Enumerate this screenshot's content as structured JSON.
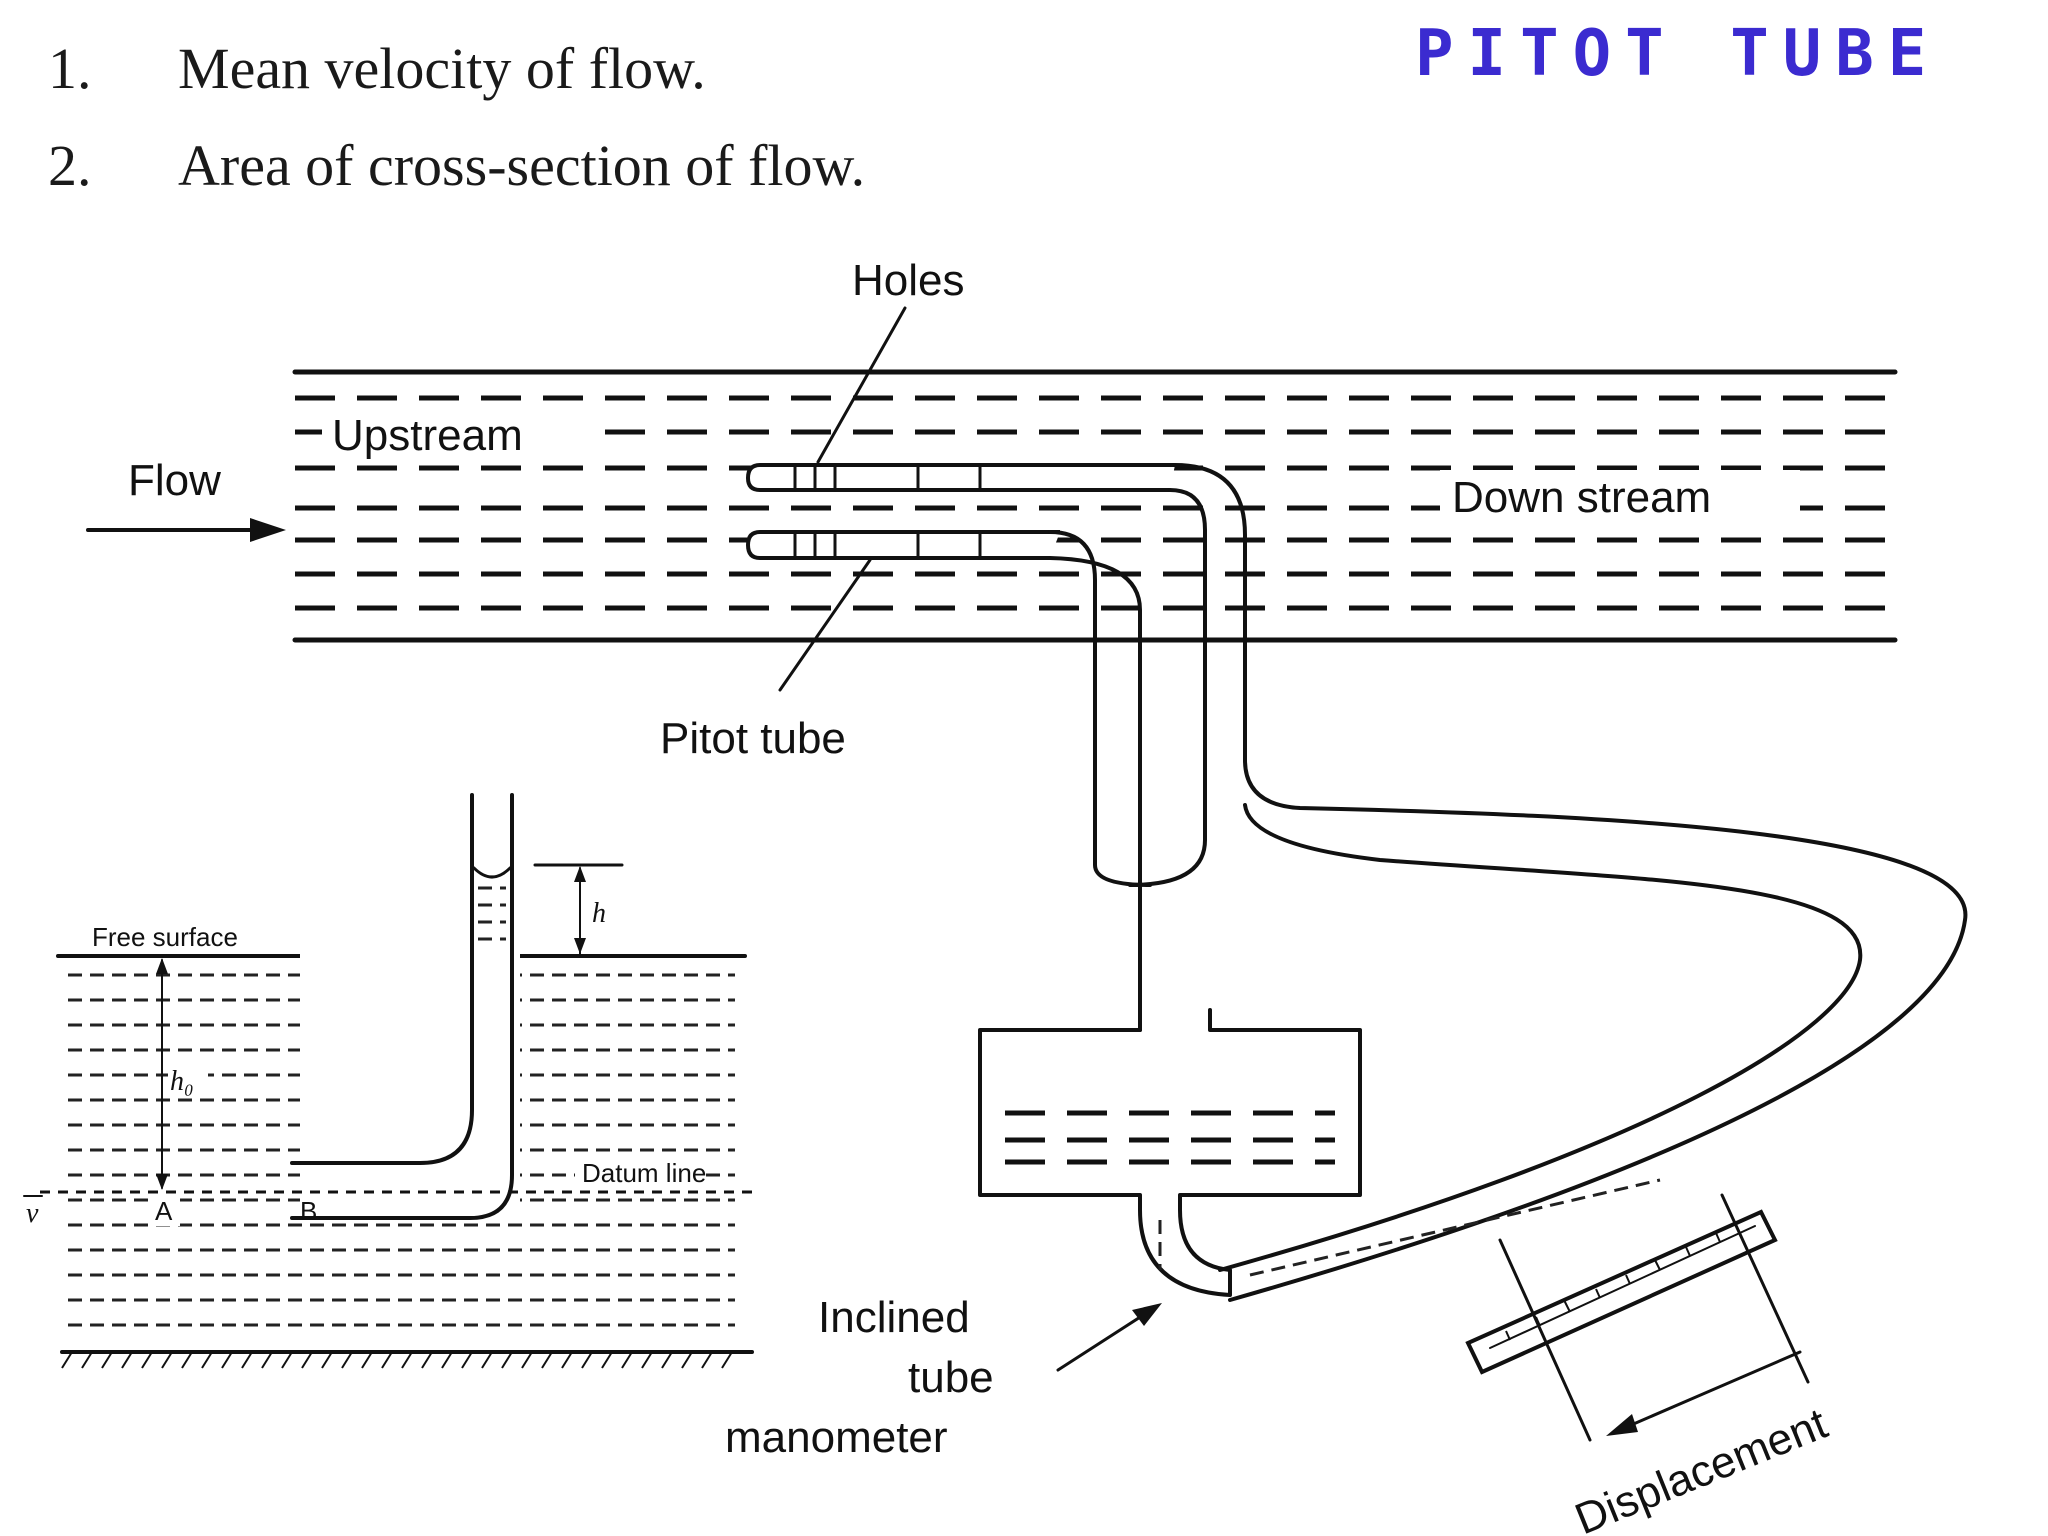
{
  "title": "PITOT TUBE",
  "list": [
    {
      "number": "1.",
      "text": "Mean velocity of flow."
    },
    {
      "number": "2.",
      "text": "Area of cross-section of flow."
    }
  ],
  "main_diagram": {
    "holes_label": "Holes",
    "upstream_label": "Upstream",
    "flow_label": "Flow",
    "downstream_label": "Down stream",
    "pitot_tube_label": "Pitot tube",
    "manometer_label": [
      "Inclined",
      "tube",
      "manometer"
    ],
    "displacement_label": "Displacement"
  },
  "inset_diagram": {
    "free_surface_label": "Free surface",
    "h_label": "h",
    "h0_label": "h₀",
    "datum_label": "Datum line",
    "v_label": "v",
    "a_label": "A",
    "b_label": "B"
  },
  "colors": {
    "title": "#3b2bd0",
    "ink": "#111111",
    "background": "#ffffff"
  }
}
